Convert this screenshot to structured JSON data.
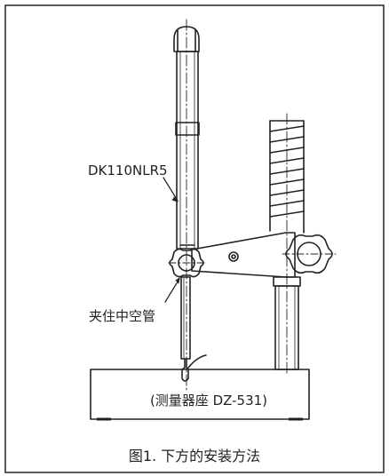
{
  "labels": {
    "probe_model": "DK110NLR5",
    "hollow_clamp": "夹住中空管",
    "stand": "(测量器座 DZ-531)",
    "caption": "图1. 下方的安装方法"
  },
  "colors": {
    "line": "#222222",
    "frame": "#333333",
    "background": "#ffffff"
  }
}
